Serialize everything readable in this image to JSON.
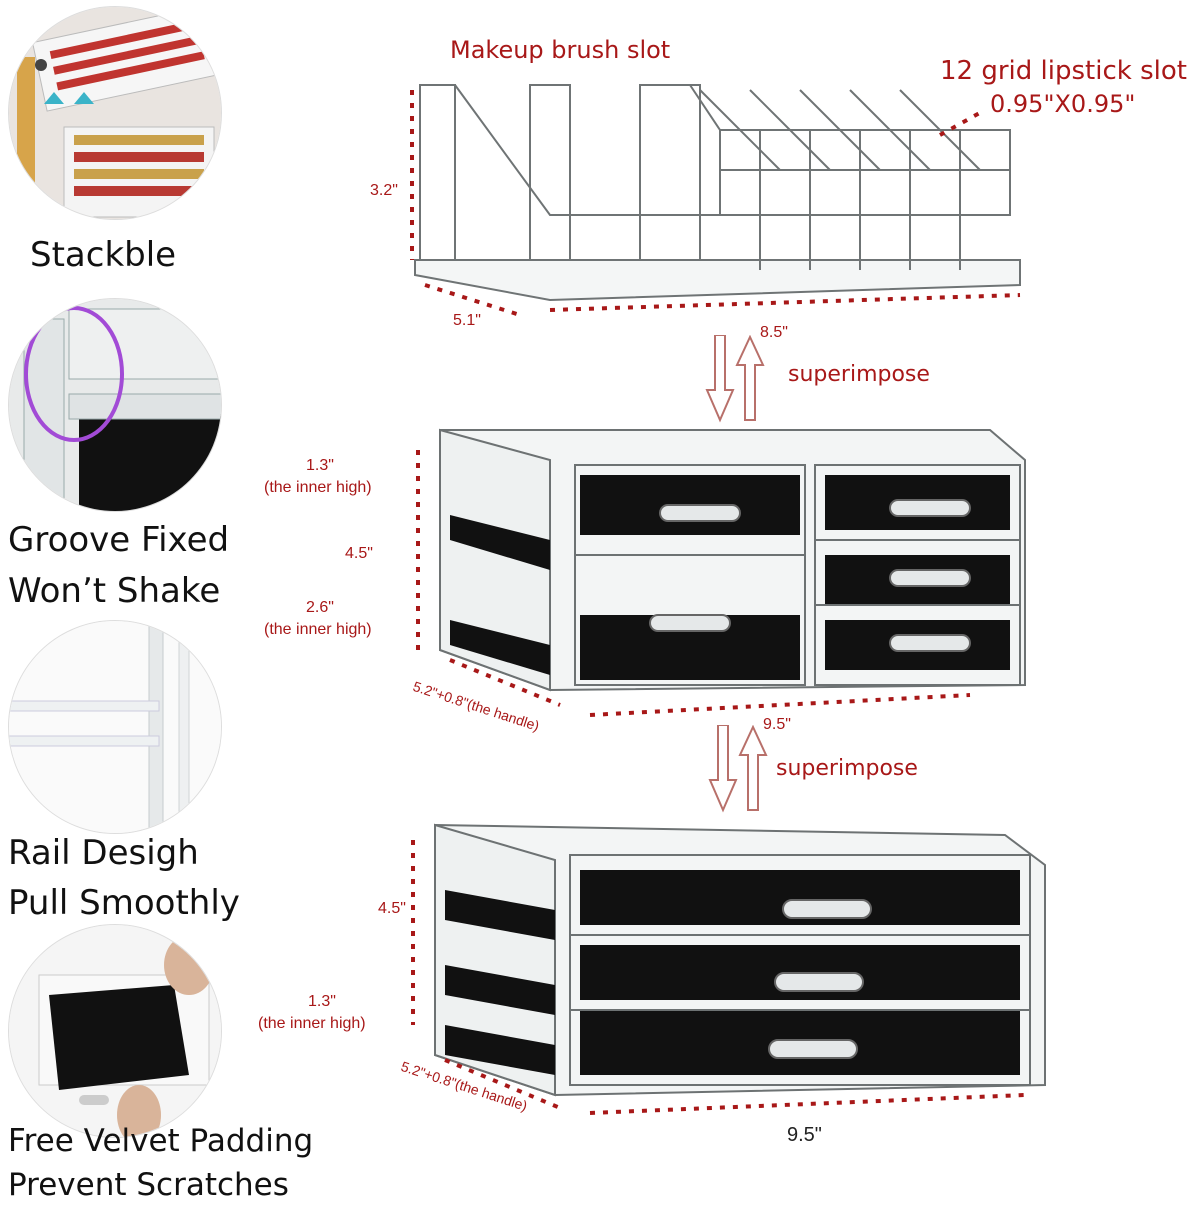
{
  "features": [
    {
      "label": "Stackble"
    },
    {
      "label_lines": [
        "Groove Fixed",
        "Won’t Shake"
      ]
    },
    {
      "label_lines": [
        "Rail Desigh",
        "Pull Smoothly"
      ]
    },
    {
      "label_lines": [
        "Free Velvet Padding",
        "Prevent Scratches"
      ]
    }
  ],
  "top_tier": {
    "brush_slot_label": "Makeup brush slot",
    "lipstick_label": "12 grid lipstick slot",
    "lipstick_size": "0.95\"X0.95\"",
    "height": "3.2\"",
    "depth": "5.1\"",
    "width": "8.5\""
  },
  "middle_tier": {
    "top_inner": "1.3\"",
    "top_inner_note": "(the inner high)",
    "height": "4.5\"",
    "bottom_inner": "2.6\"",
    "bottom_inner_note": "(the inner high)",
    "depth": "5.2\"+0.8\"(the handle)",
    "width": "9.5\""
  },
  "bottom_tier": {
    "height": "4.5\"",
    "inner": "1.3\"",
    "inner_note": "(the inner high)",
    "depth": "5.2\"+0.8\"(the handle)",
    "width": "9.5\""
  },
  "superimpose_labels": [
    "superimpose",
    "superimpose"
  ],
  "colors": {
    "accent": "#a81818",
    "velvet": "#111111",
    "acrylic": "#cfd4d6"
  }
}
